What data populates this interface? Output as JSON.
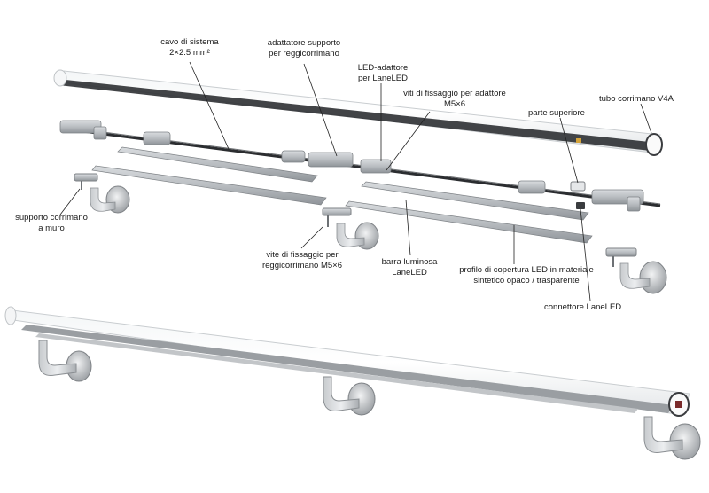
{
  "labels": {
    "system_cable": "cavo di sistema",
    "system_cable_spec": "2×2.5 mm²",
    "support_adapter": "adattatore supporto",
    "support_adapter_line2": "per reggicorrimano",
    "led_adapter": "LED-adattore",
    "led_adapter_line2": "per LaneLED",
    "adapter_screws": "viti di fissaggio per adattore",
    "adapter_screws_spec": "M5×6",
    "top_part": "parte superiore",
    "handrail_tube": "tubo corrimano V4A",
    "wall_support": "supporto corrimano",
    "wall_support_line2": "a muro",
    "support_screws": "vite di fissaggio per",
    "support_screws_line2": "reggicorrimano M5×6",
    "light_bar": "barra luminosa",
    "light_bar_line2": "LaneLED",
    "cover_profile": "profilo di copertura LED in materiale",
    "cover_profile_line2": "sintetico opaco / trasparente",
    "connector": "connettore LaneLED"
  }
}
